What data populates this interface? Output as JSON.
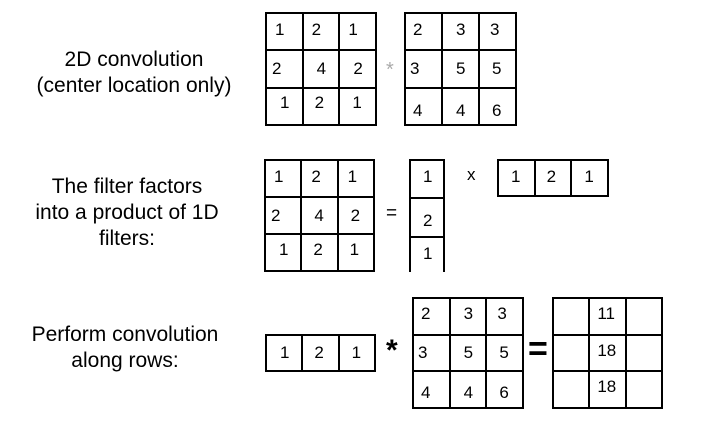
{
  "labels": {
    "row1": [
      "2D convolution",
      "(center location only)"
    ],
    "row2": [
      "The filter factors",
      "into a product of 1D",
      "filters:"
    ],
    "row3": [
      "Perform convolution",
      "along rows:"
    ]
  },
  "row1": {
    "filter": [
      [
        "1",
        "2",
        "1"
      ],
      [
        "2",
        "4",
        "2"
      ],
      [
        "1",
        "2",
        "1"
      ]
    ],
    "operator": "*",
    "image": [
      [
        "2",
        "3",
        "3"
      ],
      [
        "3",
        "5",
        "5"
      ],
      [
        "4",
        "4",
        "6"
      ]
    ]
  },
  "row2": {
    "filter": [
      [
        "1",
        "2",
        "1"
      ],
      [
        "2",
        "4",
        "2"
      ],
      [
        "1",
        "2",
        "1"
      ]
    ],
    "equals": "=",
    "column": [
      "1",
      "2",
      "1"
    ],
    "times": "x",
    "row_vector": [
      "1",
      "2",
      "1"
    ]
  },
  "row3": {
    "row_vector": [
      "1",
      "2",
      "1"
    ],
    "operator": "*",
    "image": [
      [
        "2",
        "3",
        "3"
      ],
      [
        "3",
        "5",
        "5"
      ],
      [
        "4",
        "4",
        "6"
      ]
    ],
    "equals": "=",
    "result": [
      [
        "",
        "11",
        ""
      ],
      [
        "",
        "18",
        ""
      ],
      [
        "",
        "18",
        ""
      ]
    ]
  }
}
